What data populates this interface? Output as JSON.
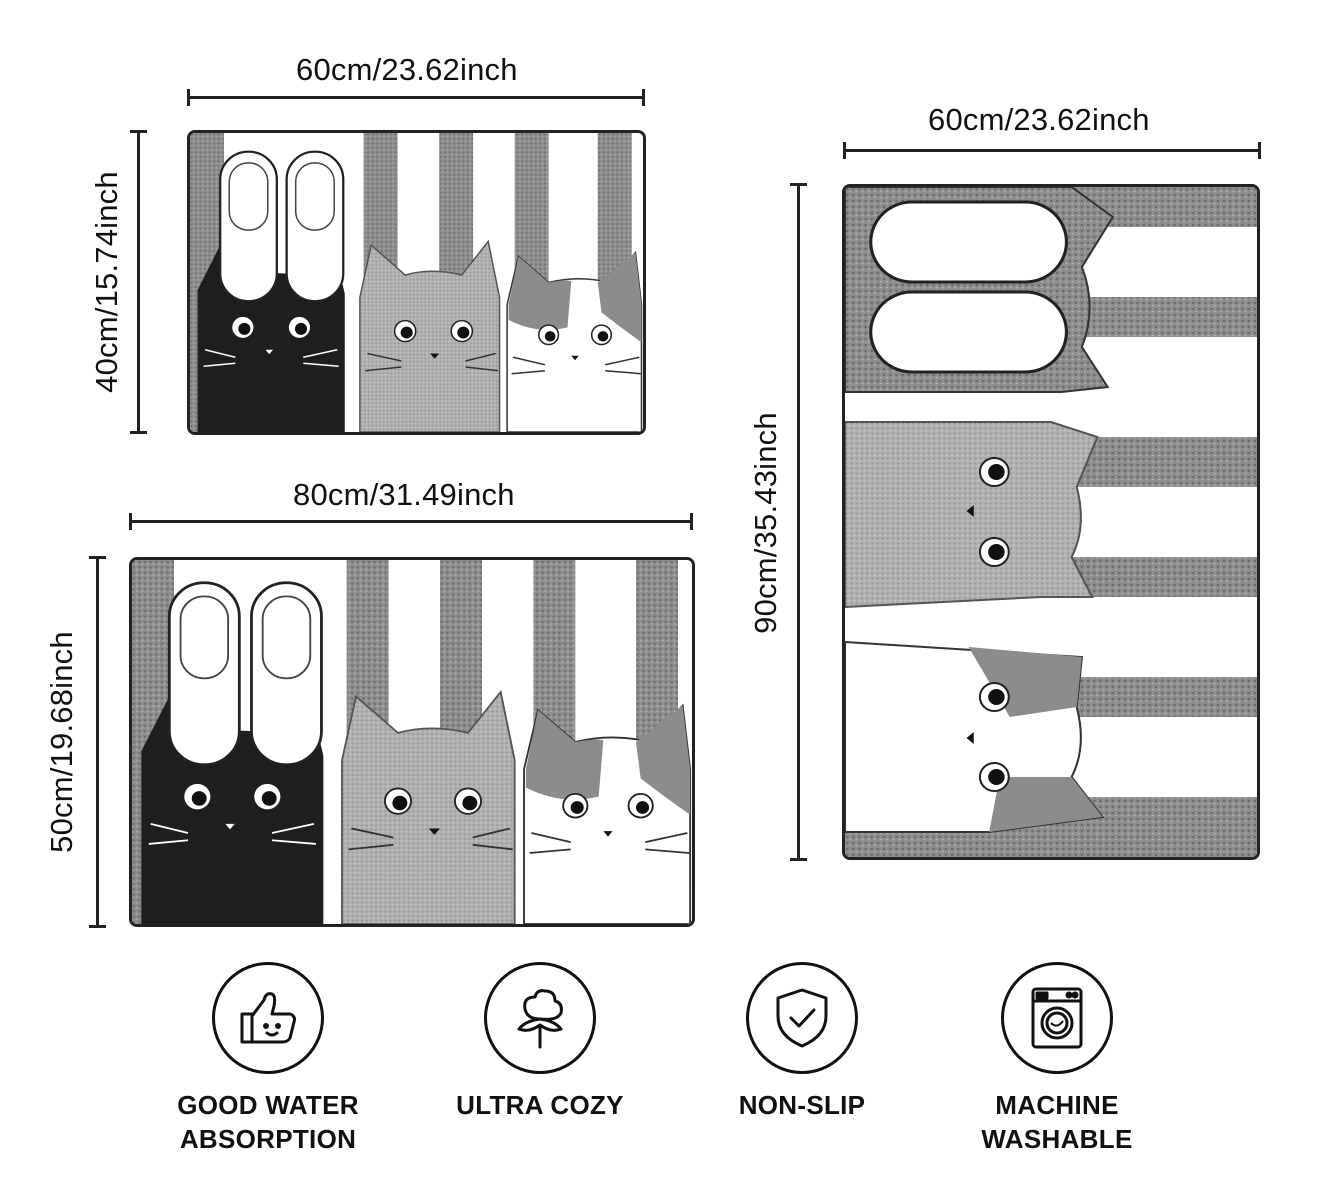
{
  "mats": {
    "small": {
      "width_label": "60cm/23.62inch",
      "height_label": "40cm/15.74inch"
    },
    "medium": {
      "width_label": "80cm/31.49inch",
      "height_label": "50cm/19.68inch"
    },
    "large": {
      "width_label": "60cm/23.62inch",
      "height_label": "90cm/35.43inch"
    }
  },
  "features": [
    {
      "icon": "thumbs-up-icon",
      "line1": "GOOD WATER",
      "line2": "ABSORPTION"
    },
    {
      "icon": "cotton-icon",
      "line1": "ULTRA COZY",
      "line2": ""
    },
    {
      "icon": "shield-check-icon",
      "line1": "NON-SLIP",
      "line2": ""
    },
    {
      "icon": "washing-machine-icon",
      "line1": "MACHINE",
      "line2": "WASHABLE"
    }
  ],
  "colors": {
    "stripe": "#8a8a8a",
    "black_cat": "#1e1e1e",
    "grey_cat": "#a8a8a8",
    "patch": "#8c8c8c"
  }
}
